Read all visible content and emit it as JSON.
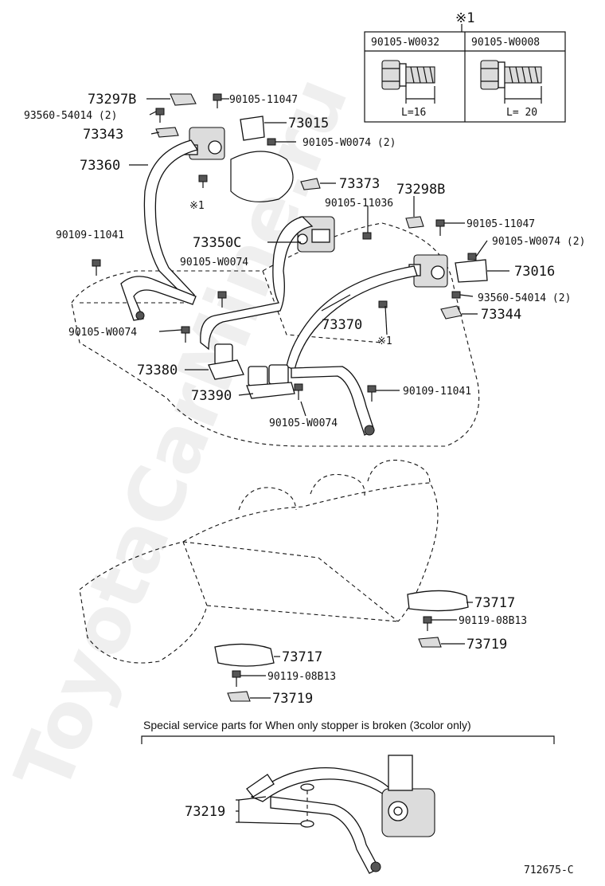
{
  "watermark": "ToyotaCarMine.ru",
  "bolt_table": {
    "mark": "※1",
    "columns": [
      {
        "part": "90105-W0032",
        "length": "L=16"
      },
      {
        "part": "90105-W0008",
        "length": "L= 20"
      }
    ]
  },
  "callouts": {
    "c73297b": "73297B",
    "c90105_11047_a": "90105-11047",
    "c93560_54014_a": "93560-54014 (2)",
    "c73015": "73015",
    "c73343": "73343",
    "c90105_w0074_2a": "90105-W0074 (2)",
    "c73360": "73360",
    "mark1_a": "※1",
    "c73373": "73373",
    "c73298b": "73298B",
    "c90105_11036": "90105-11036",
    "c90105_11047_b": "90105-11047",
    "c90109_11041_a": "90109-11041",
    "c73350c": "73350C",
    "c90105_w0074_2b": "90105-W0074 (2)",
    "c90105_w0074_a": "90105-W0074",
    "c73016": "73016",
    "c93560_54014_b": "93560-54014 (2)",
    "c73344": "73344",
    "c90105_w0074_b": "90105-W0074",
    "c73370": "73370",
    "mark1_b": "※1",
    "c73380": "73380",
    "c90109_11041_b": "90109-11041",
    "c73390": "73390",
    "c90105_w0074_c": "90105-W0074",
    "c73717_a": "73717",
    "c90119_08b13_a": "90119-08B13",
    "c73719_a": "73719",
    "c73717_b": "73717",
    "c90119_08b13_b": "90119-08B13",
    "c73719_b": "73719",
    "c73219": "73219"
  },
  "special_note": "Special service parts for When only stopper is broken (3color only)",
  "figure_id": "712675-C"
}
